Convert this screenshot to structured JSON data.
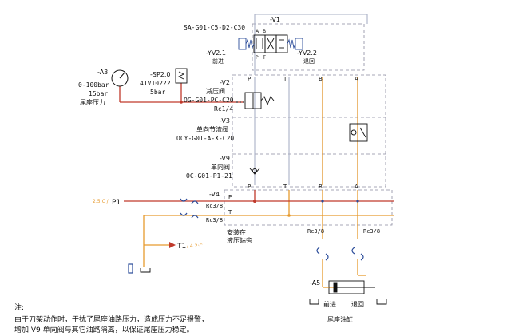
{
  "v1": {
    "tag": "-V1",
    "code": "SA-G01-C5-D2-C30",
    "port_a": "A",
    "port_b": "B",
    "port_p": "P",
    "port_t": "T",
    "sol_left": "-YV2.1",
    "sol_left_sub": "前进",
    "sol_right": "-YV2.2",
    "sol_right_sub": "退回"
  },
  "a3": {
    "tag": "-A3",
    "range": "0-100bar",
    "setting": "15bar",
    "name": "尾座压力"
  },
  "sp2": {
    "tag": "-SP2.0",
    "code": "41V10222",
    "setting": "5bar"
  },
  "v2": {
    "tag": "-V2",
    "name": "减压阀",
    "code": "OG-G01-PC-C20",
    "port": "Rc1/4"
  },
  "v3": {
    "tag": "-V3",
    "name": "单向节流阀",
    "code": "OCY-G01-A-X-C20"
  },
  "v9": {
    "tag": "-V9",
    "name": "单向阀",
    "code": "OC-G01-P1-21"
  },
  "stack_ports": {
    "top": [
      "P",
      "T",
      "B",
      "A"
    ],
    "bottom": [
      "P",
      "T",
      "B",
      "A"
    ]
  },
  "v4": {
    "tag": "-V4",
    "port_p": "P",
    "port_t": "T",
    "rc_p": "Rc3/8",
    "rc_t": "Rc3/8",
    "rc_b": "Rc3/8",
    "rc_a": "Rc3/8",
    "install_line1": "安装在",
    "install_line2": "液压站旁"
  },
  "p1": {
    "tag": "P1",
    "note": "2.5:C /"
  },
  "t1": {
    "tag": "T1",
    "note": "/ 4.2:C"
  },
  "a5": {
    "tag": "-A5",
    "forward": "前进",
    "back": "退回",
    "name": "尾座油缸"
  },
  "notes": {
    "line1": "注:",
    "line2": "由于刀架动作时，干扰了尾座油路压力，造成压力不足报警，",
    "line3": "增加 V9 单向阀与其它油路隔离，以保证尾座压力稳定。"
  },
  "colors": {
    "red": "#c0392b",
    "orange": "#e69a2e",
    "blue": "#2b4c9a",
    "grey": "#aab0c6",
    "dash": "#8a8aa0"
  }
}
